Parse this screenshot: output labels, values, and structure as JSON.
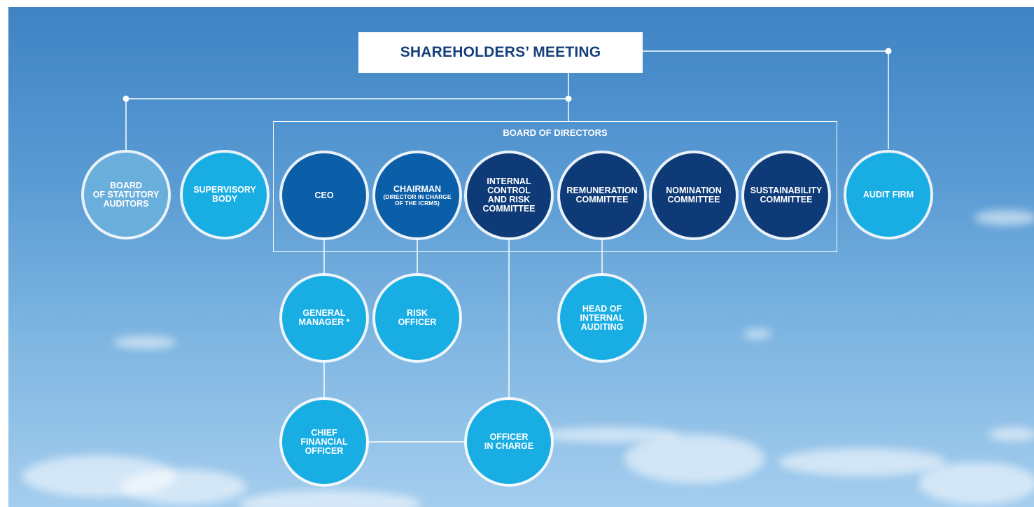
{
  "title": "SHAREHOLDERS’ MEETING",
  "board_label": "BOARD OF DIRECTORS",
  "colors": {
    "sky_top": "#3f83c4",
    "sky_bottom": "#a4cdee",
    "node_light_blue": "#19aee3",
    "node_pale_blue": "#6aaedb",
    "node_medium_blue": "#0b5ea8",
    "node_dark_blue": "#0e3b78",
    "title_text": "#163f7c"
  },
  "nodes": {
    "board_of_statutory_auditors": "BOARD\nOF STATUTORY\nAUDITORS",
    "supervisory_body": "SUPERVISORY\nBODY",
    "ceo": "CEO",
    "chairman": "CHAIRMAN",
    "chairman_sub": "(DIRECTOR IN CHARGE\nOF THE ICRMS)",
    "internal_control": "INTERNAL\nCONTROL\nAND RISK\nCOMMITTEE",
    "remuneration": "REMUNERATION\nCOMMITTEE",
    "nomination": "NOMINATION\nCOMMITTEE",
    "sustainability": "SUSTAINABILITY\nCOMMITTEE",
    "audit_firm": "AUDIT FIRM",
    "general_manager": "GENERAL\nMANAGER *",
    "risk_officer": "RISK\nOFFICER",
    "head_internal_auditing": "HEAD OF\nINTERNAL\nAUDITING",
    "cfo": "CHIEF\nFINANCIAL\nOFFICER",
    "officer_in_charge": "OFFICER\nIN CHARGE"
  }
}
